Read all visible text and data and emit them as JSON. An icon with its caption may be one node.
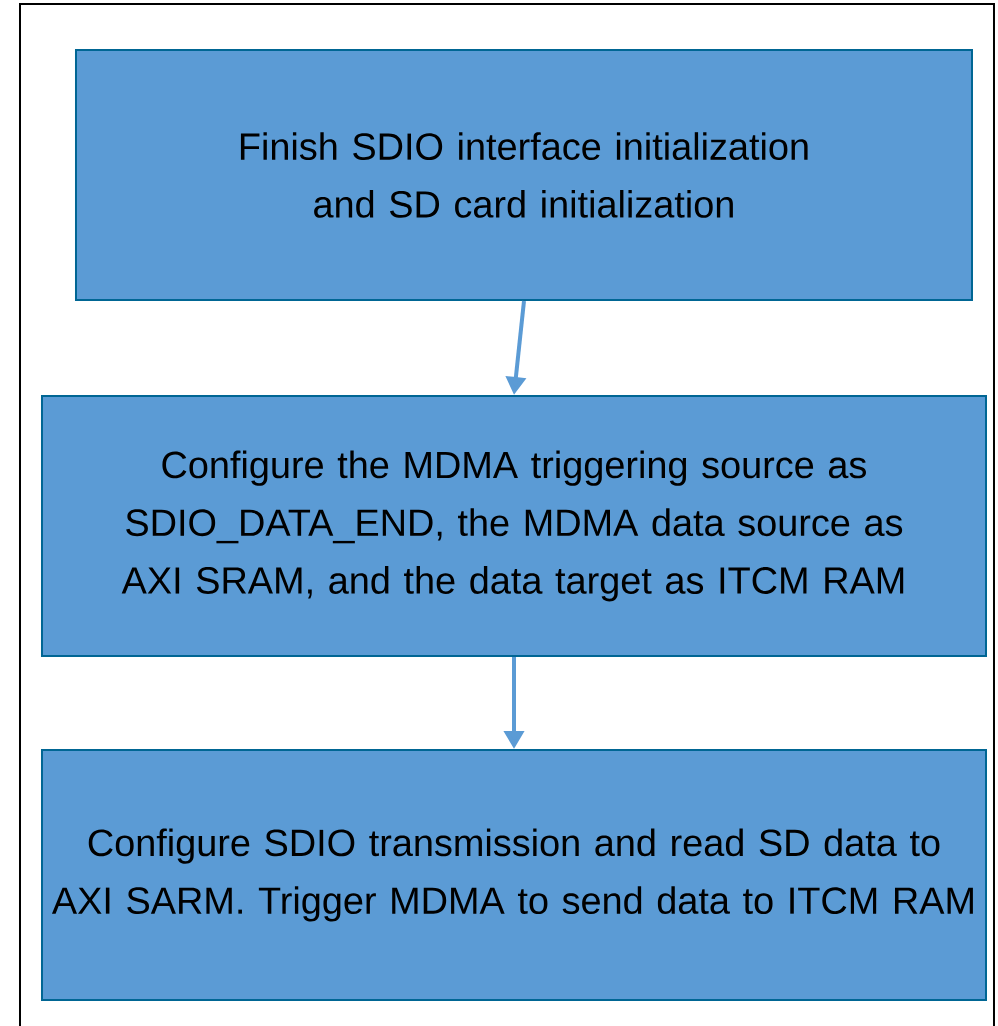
{
  "diagram": {
    "nodes": [
      {
        "text": [
          "Finish SDIO interface initialization and SD card initialization"
        ]
      },
      {
        "text": [
          "Configure the MDMA triggering source as SDIO_DATA_END, the MDMA data source as AXI SRAM, and the data target as ITCM RAM"
        ]
      },
      {
        "text": [
          "Configure SDIO transmission and read SD data to AXI SARM. Trigger MDMA to send data to ITCM RAM"
        ]
      }
    ],
    "edges": [
      {
        "from": 0,
        "to": 1,
        "arrow": "to"
      },
      {
        "from": 1,
        "to": 2,
        "arrow": "to"
      }
    ]
  }
}
